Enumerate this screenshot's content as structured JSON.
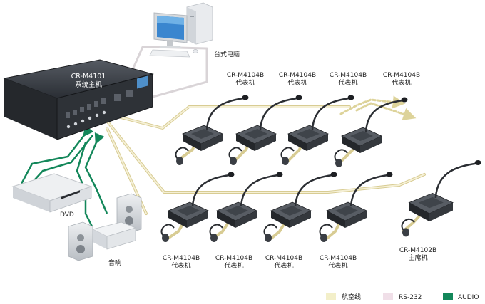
{
  "computer": {
    "label": "台式电脑"
  },
  "host": {
    "model": "CR-M4101",
    "name": "系统主机"
  },
  "dvd": {
    "label": "DVD"
  },
  "speakers": {
    "label": "音响"
  },
  "delegates_top": [
    {
      "model": "CR-M4104B",
      "name": "代表机"
    },
    {
      "model": "CR-M4104B",
      "name": "代表机"
    },
    {
      "model": "CR-M4104B",
      "name": "代表机"
    },
    {
      "model": "CR-M4104B",
      "name": "代表机"
    }
  ],
  "delegates_bottom": [
    {
      "model": "CR-M4104B",
      "name": "代表机"
    },
    {
      "model": "CR-M4104B",
      "name": "代表机"
    },
    {
      "model": "CR-M4104B",
      "name": "代表机"
    },
    {
      "model": "CR-M4104B",
      "name": "代表机"
    }
  ],
  "chairman": {
    "model": "CR-M4102B",
    "name": "主席机"
  },
  "legend": [
    {
      "label": "航空线",
      "color": "#f3efc9"
    },
    {
      "label": "RS-232",
      "color": "#f0dfe8"
    },
    {
      "label": "AUDIO",
      "color": "#13875a"
    }
  ],
  "colors": {
    "aviation_cable": "#e9dfae",
    "rs232_cable": "#e8dfe4",
    "audio_cable": "#13875a"
  }
}
